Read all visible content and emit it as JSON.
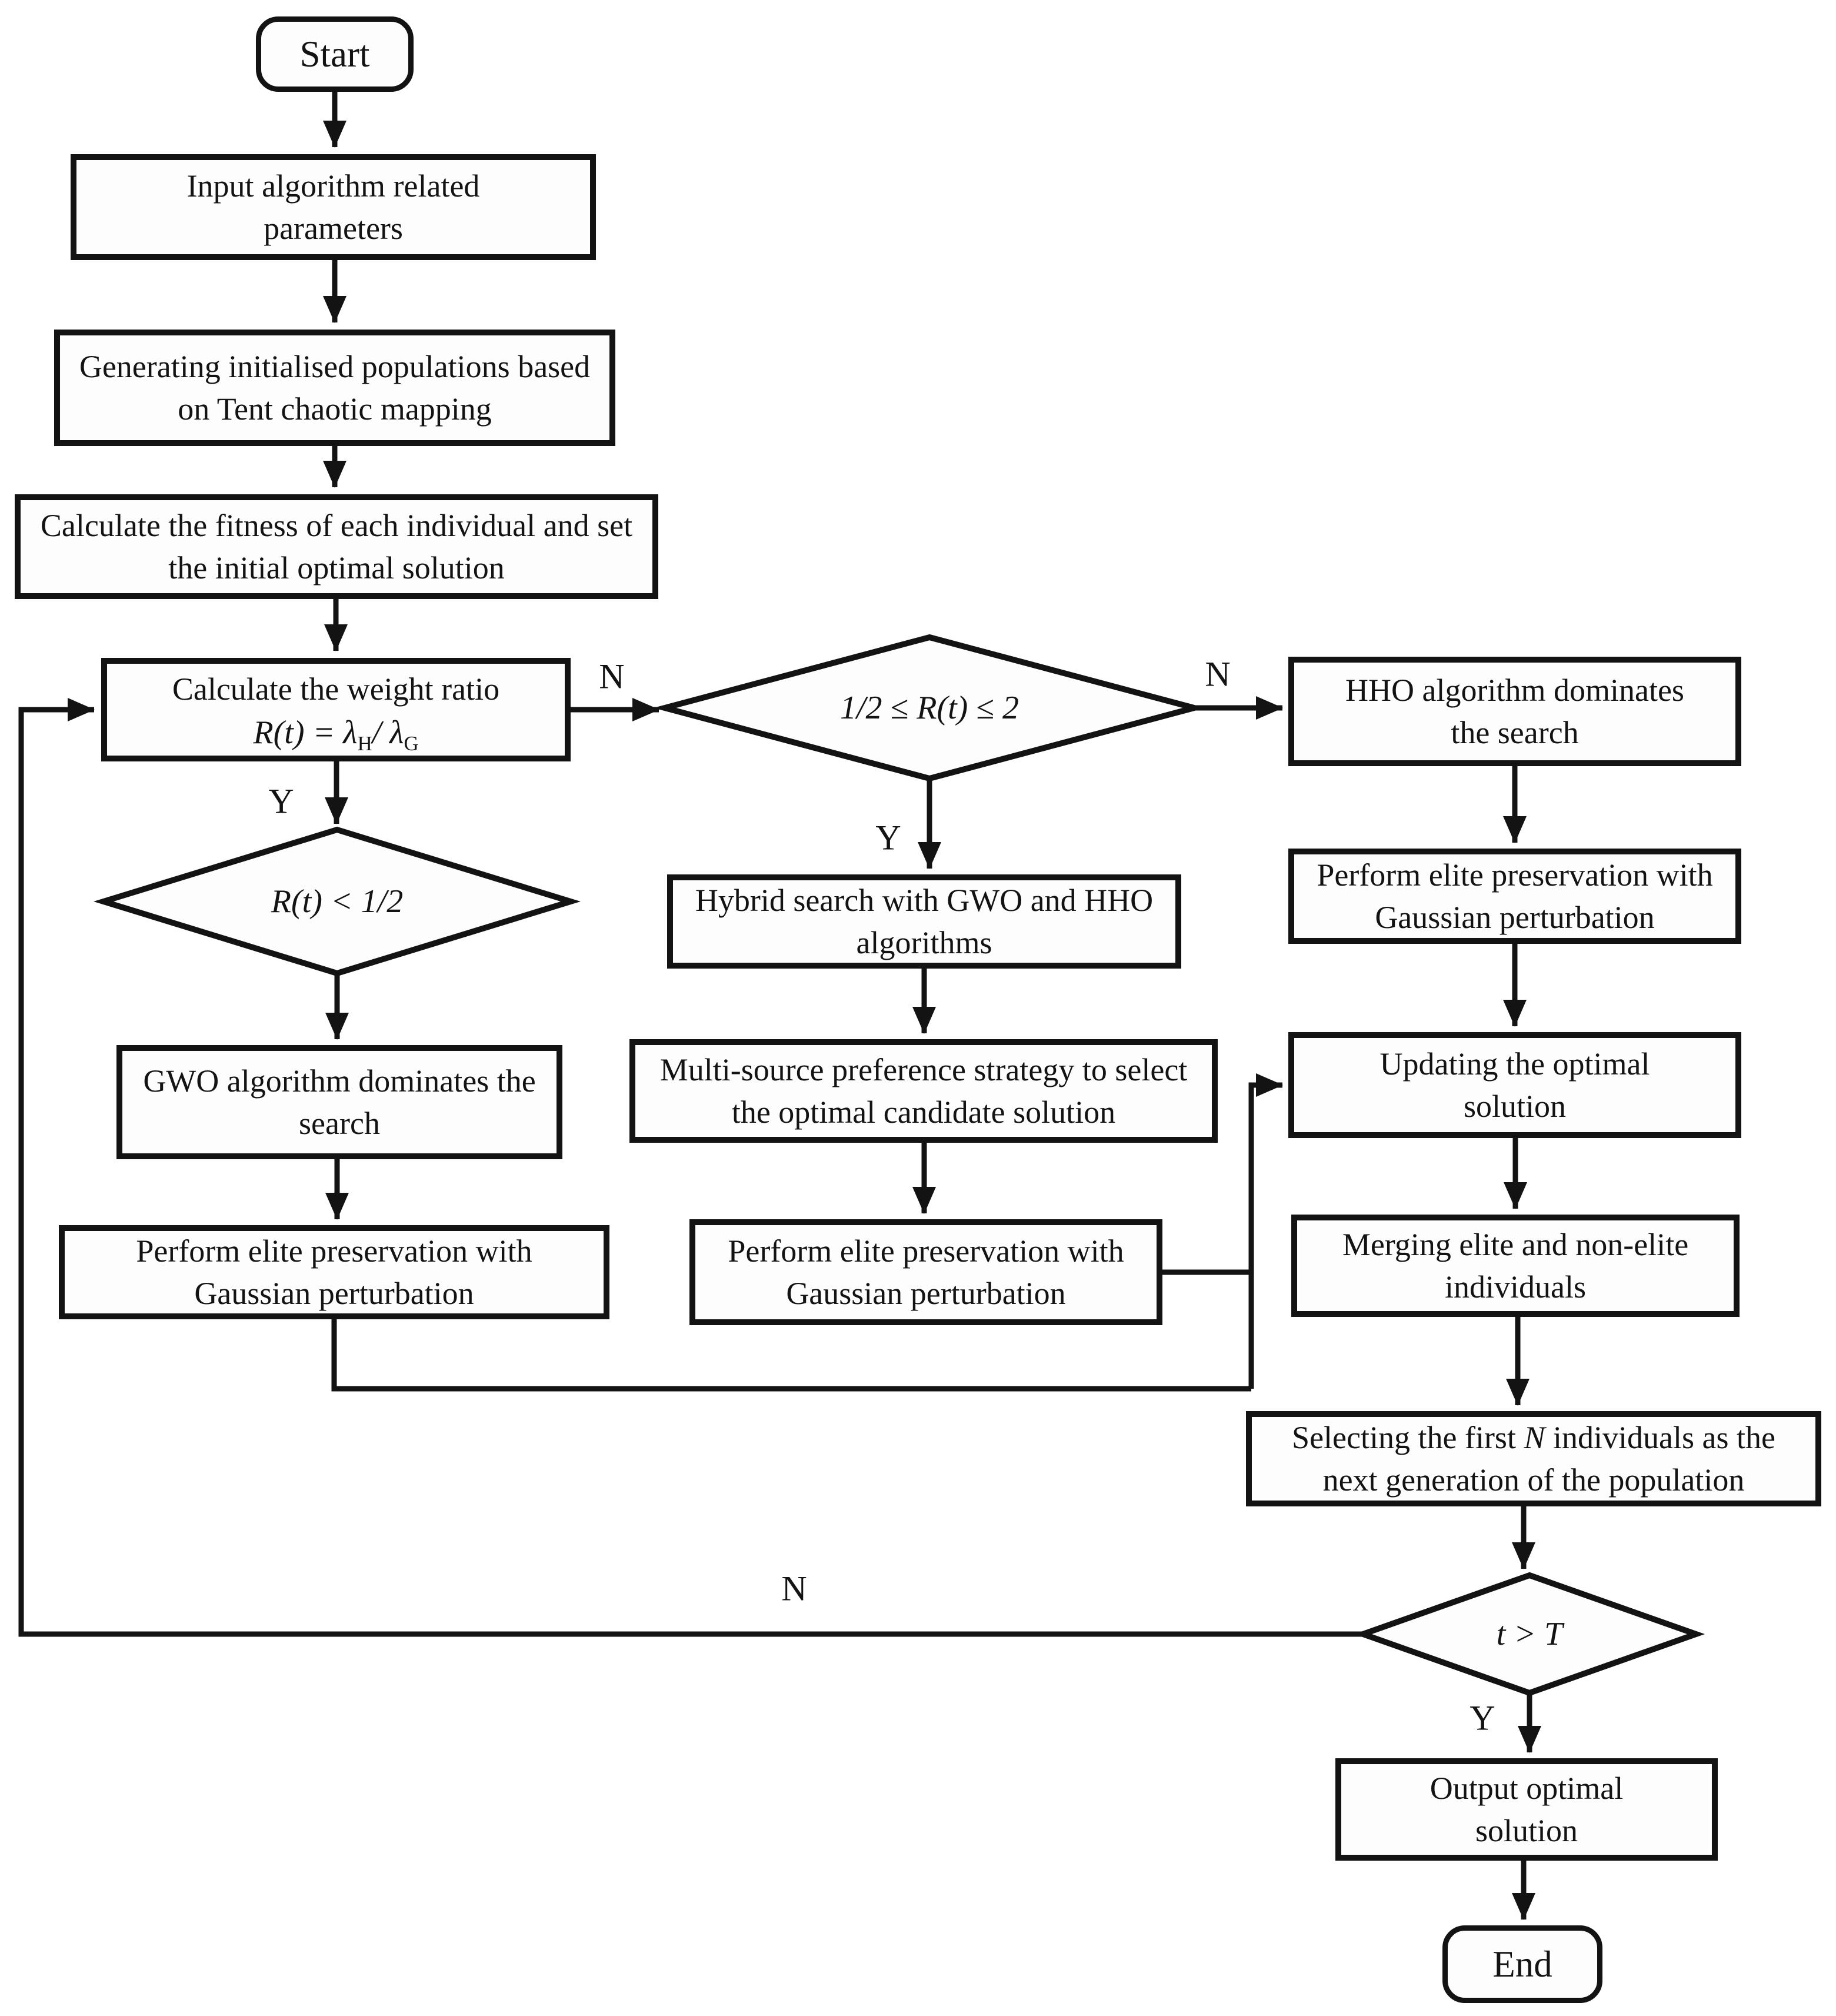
{
  "diagram": {
    "background": "#ffffff",
    "line_color": "#131313",
    "nodes": {
      "start": {
        "label": "Start"
      },
      "input": {
        "label": "Input algorithm related parameters"
      },
      "generating": {
        "label": "Generating initialised populations based on Tent chaotic mapping"
      },
      "fitness": {
        "label": "Calculate the fitness of each individual and set the initial optimal solution"
      },
      "weight": {
        "line1": "Calculate the weight ratio",
        "formula_pre": "R(t) = λ",
        "formula_sub1": "H",
        "formula_mid": "/ λ",
        "formula_sub2": "G"
      },
      "left_decision": {
        "label": "R(t) < 1/2"
      },
      "mid_decision": {
        "label": "1/2 ≤ R(t) ≤ 2"
      },
      "gwo": {
        "label": "GWO algorithm dominates the search"
      },
      "hho": {
        "label": "HHO algorithm dominates the search"
      },
      "hybrid": {
        "label": "Hybrid search with GWO and HHO algorithms"
      },
      "multisource": {
        "label": "Multi-source preference strategy to select the optimal candidate solution"
      },
      "left_elite": {
        "label": "Perform elite preservation with Gaussian perturbation"
      },
      "mid_elite": {
        "label": "Perform elite preservation with Gaussian perturbation"
      },
      "right_elite": {
        "label": "Perform elite preservation with Gaussian perturbation"
      },
      "updating": {
        "label": "Updating the optimal solution"
      },
      "merging": {
        "label": "Merging elite and non-elite individuals"
      },
      "selecting": {
        "pre": "Selecting the first ",
        "var": "N",
        "post": " individuals as the next generation of the population"
      },
      "t_decision": {
        "label": "t > T"
      },
      "output": {
        "label": "Output optimal solution"
      },
      "end": {
        "label": "End"
      }
    },
    "edge_labels": {
      "yes": "Y",
      "no": "N"
    }
  }
}
